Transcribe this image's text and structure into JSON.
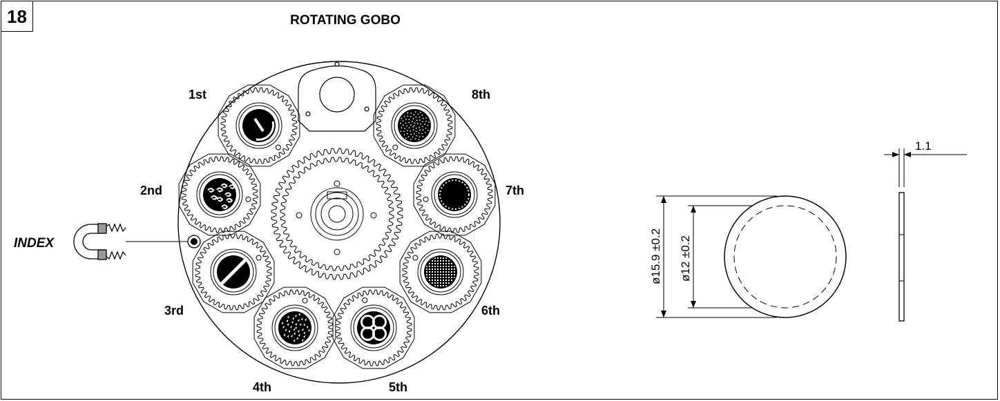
{
  "page_number": "18",
  "title": "ROTATING GOBO",
  "positions": [
    {
      "label": "1st",
      "pattern": "line-break"
    },
    {
      "label": "2nd",
      "pattern": "swirls"
    },
    {
      "label": "3rd",
      "pattern": "diagonal-bar"
    },
    {
      "label": "4th",
      "pattern": "shatter"
    },
    {
      "label": "5th",
      "pattern": "crescents"
    },
    {
      "label": "6th",
      "pattern": "mesh"
    },
    {
      "label": "7th",
      "pattern": "dotted-ring"
    },
    {
      "label": "8th",
      "pattern": "speckle"
    }
  ],
  "index_label": "INDEX",
  "dimensions": {
    "outer_diameter": "ø15.9 ±0.2",
    "inner_diameter": "ø12 ±0.2",
    "thickness": "1.1"
  }
}
